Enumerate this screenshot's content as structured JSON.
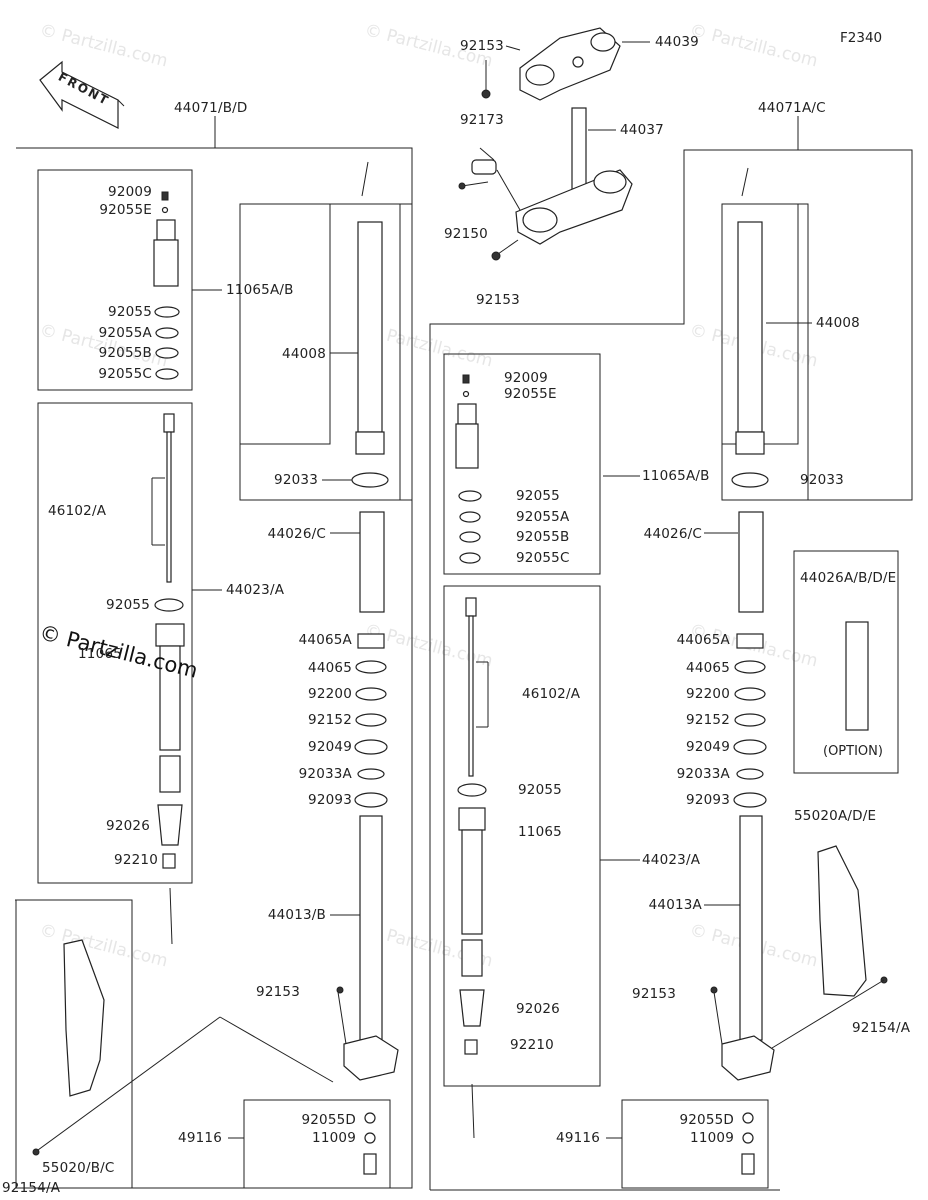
{
  "diagram_code": "F2340",
  "copyright_text": "© Partzilla.com",
  "watermark_text": "© Partzilla.com",
  "front_label": "FRONT",
  "option_label": "(OPTION)",
  "labels": {
    "l_44071bd": "44071/B/D",
    "l_44071ac": "44071A/C",
    "t_92153a": "92153",
    "t_44039": "44039",
    "t_92173": "92173",
    "t_44037": "44037",
    "t_92150": "92150",
    "t_92153b": "92153",
    "L_92009": "92009",
    "L_92055E": "92055E",
    "L_11065AB": "11065A/B",
    "L_92055": "92055",
    "L_92055A": "92055A",
    "L_92055B": "92055B",
    "L_92055C": "92055C",
    "L_46102A": "46102/A",
    "L_44023A": "44023/A",
    "L_92055b": "92055",
    "L_11065": "11065",
    "L_92026": "92026",
    "L_92210": "92210",
    "L_44008": "44008",
    "L_92033": "92033",
    "L_44026C": "44026/C",
    "L_44065A": "44065A",
    "L_44065": "44065",
    "L_92200": "92200",
    "L_92152": "92152",
    "L_92049": "92049",
    "L_92033A": "92033A",
    "L_92093": "92093",
    "L_44013B": "44013/B",
    "L_92153": "92153",
    "L_55020BC": "55020/B/C",
    "L_92154A": "92154/A",
    "L_49116": "49116",
    "L_92055D": "92055D",
    "L_11009": "11009",
    "R_92009": "92009",
    "R_92055E": "92055E",
    "R_11065AB": "11065A/B",
    "R_92055": "92055",
    "R_92055A": "92055A",
    "R_92055B": "92055B",
    "R_92055C": "92055C",
    "R_46102A": "46102/A",
    "R_92055b": "92055",
    "R_11065": "11065",
    "R_44023A": "44023/A",
    "R_92026": "92026",
    "R_92210": "92210",
    "R_44008": "44008",
    "R_92033": "92033",
    "R_44026C": "44026/C",
    "R_44026ABDE": "44026A/B/D/E",
    "R_44065A": "44065A",
    "R_44065": "44065",
    "R_92200": "92200",
    "R_92152": "92152",
    "R_92049": "92049",
    "R_92033A": "92033A",
    "R_92093": "92093",
    "R_44013A": "44013A",
    "R_55020ADE": "55020A/D/E",
    "R_92153": "92153",
    "R_92154A": "92154/A",
    "R_49116": "49116",
    "R_92055D": "92055D",
    "R_11009": "11009"
  }
}
